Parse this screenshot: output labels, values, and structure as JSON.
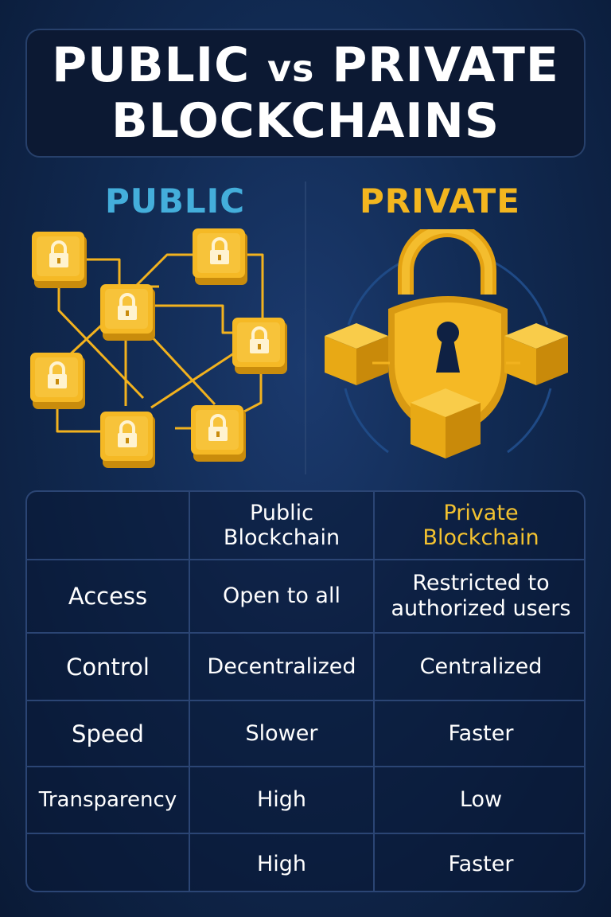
{
  "title": {
    "line1_left": "PUBLIC",
    "line1_vs": "vs",
    "line1_right": "PRIVATE",
    "line2": "BLOCKCHAINS"
  },
  "sections": {
    "public_label": "PUBLIC",
    "private_label": "PRIVATE"
  },
  "colors": {
    "public_accent": "#44aedb",
    "private_accent": "#f3b61f",
    "lock_gold": "#f3b61f",
    "background": "#112a52"
  },
  "illustrations": {
    "public": "network-of-lock-blocks-icon",
    "private": "padlock-shield-with-cubes-icon"
  },
  "table": {
    "headers": [
      "",
      "Public\nBlockchain",
      "Private\nBlockchain"
    ],
    "header_public_lines": [
      "Public",
      "Blockchain"
    ],
    "header_private_lines": [
      "Private",
      "Blockchain"
    ],
    "rows": [
      {
        "label": "Access",
        "public": "Open to all",
        "private_lines": [
          "Restricted to",
          "authorized users"
        ]
      },
      {
        "label": "Control",
        "public": "Decentralized",
        "private": "Centralized"
      },
      {
        "label": "Speed",
        "public": "Slower",
        "private": "Faster"
      },
      {
        "label": "Transparency",
        "public": "High",
        "private": "Low"
      },
      {
        "label": "",
        "public": "High",
        "private": "Faster"
      }
    ]
  }
}
